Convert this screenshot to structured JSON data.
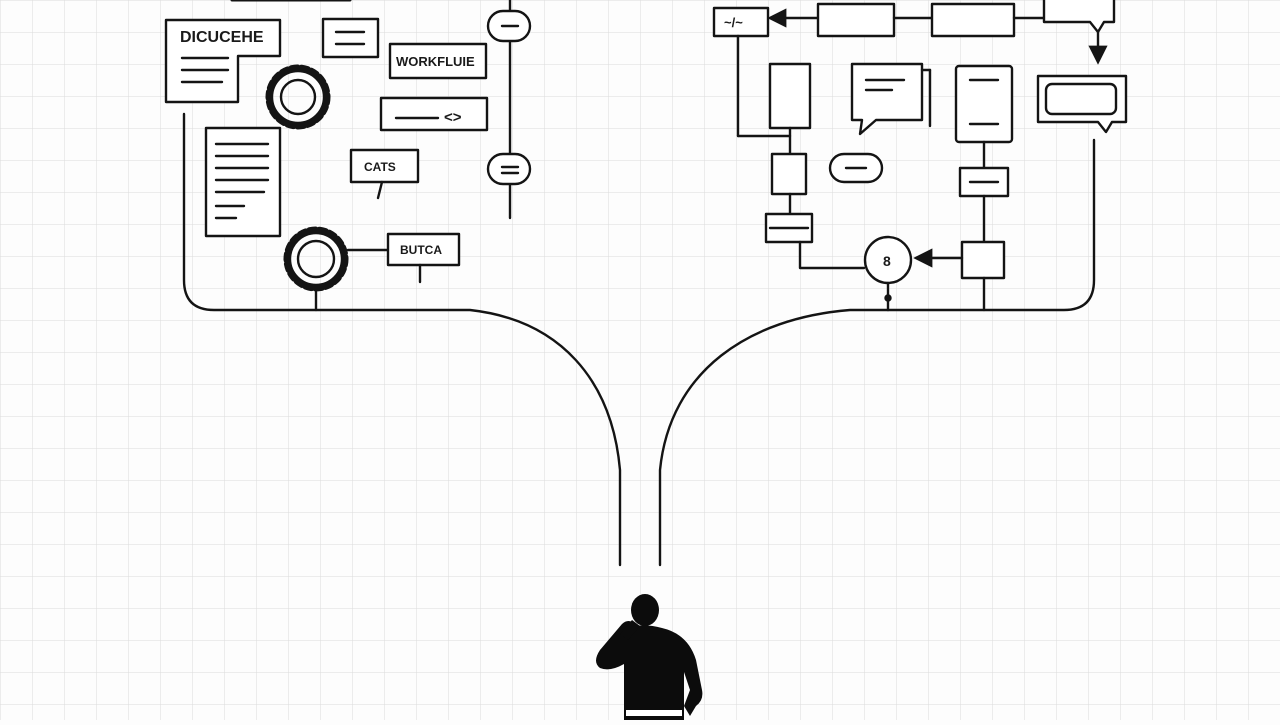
{
  "diagram": {
    "left_branch": {
      "document_title": "DICUCEHE",
      "box_workflow": "WORKFLUIE",
      "box_code": "<>",
      "box_caps": "CATS",
      "box_buttca": "BUTCA"
    },
    "right_branch": {
      "box_small": "~/~",
      "node_circle": "8"
    },
    "colors": {
      "ink": "#141414",
      "grid": "#dcdcdc",
      "background": "#fdfdfd"
    },
    "icons": [
      "gear-icon",
      "gear-icon",
      "speech-bubble-icon",
      "person-thinking-icon",
      "document-icon"
    ]
  }
}
